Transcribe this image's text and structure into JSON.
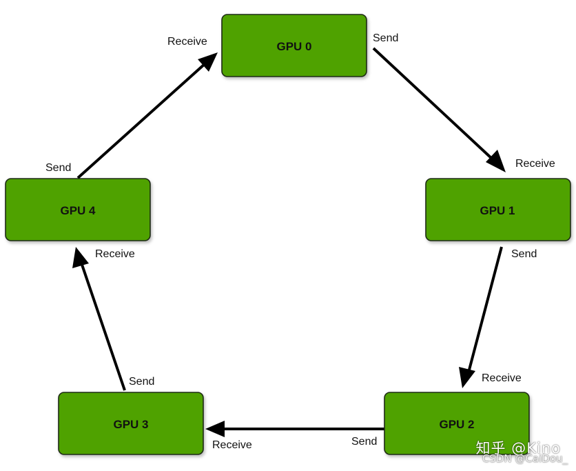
{
  "nodes": [
    {
      "id": "gpu0",
      "label": "GPU 0"
    },
    {
      "id": "gpu1",
      "label": "GPU 1"
    },
    {
      "id": "gpu2",
      "label": "GPU 2"
    },
    {
      "id": "gpu3",
      "label": "GPU 3"
    },
    {
      "id": "gpu4",
      "label": "GPU 4"
    }
  ],
  "edges": [
    {
      "from": "gpu0",
      "to": "gpu1",
      "from_label": "Send",
      "to_label": "Receive"
    },
    {
      "from": "gpu1",
      "to": "gpu2",
      "from_label": "Send",
      "to_label": "Receive"
    },
    {
      "from": "gpu2",
      "to": "gpu3",
      "from_label": "Send",
      "to_label": "Receive"
    },
    {
      "from": "gpu3",
      "to": "gpu4",
      "from_label": "Send",
      "to_label": "Receive"
    },
    {
      "from": "gpu4",
      "to": "gpu0",
      "from_label": "Send",
      "to_label": "Receive"
    }
  ],
  "colors": {
    "node_fill": "#4fa203",
    "node_border": "#1e2a12",
    "arrow": "#000000"
  },
  "watermark": {
    "primary": "知乎 @Kino",
    "secondary": "CSDN @CaiDou_"
  }
}
